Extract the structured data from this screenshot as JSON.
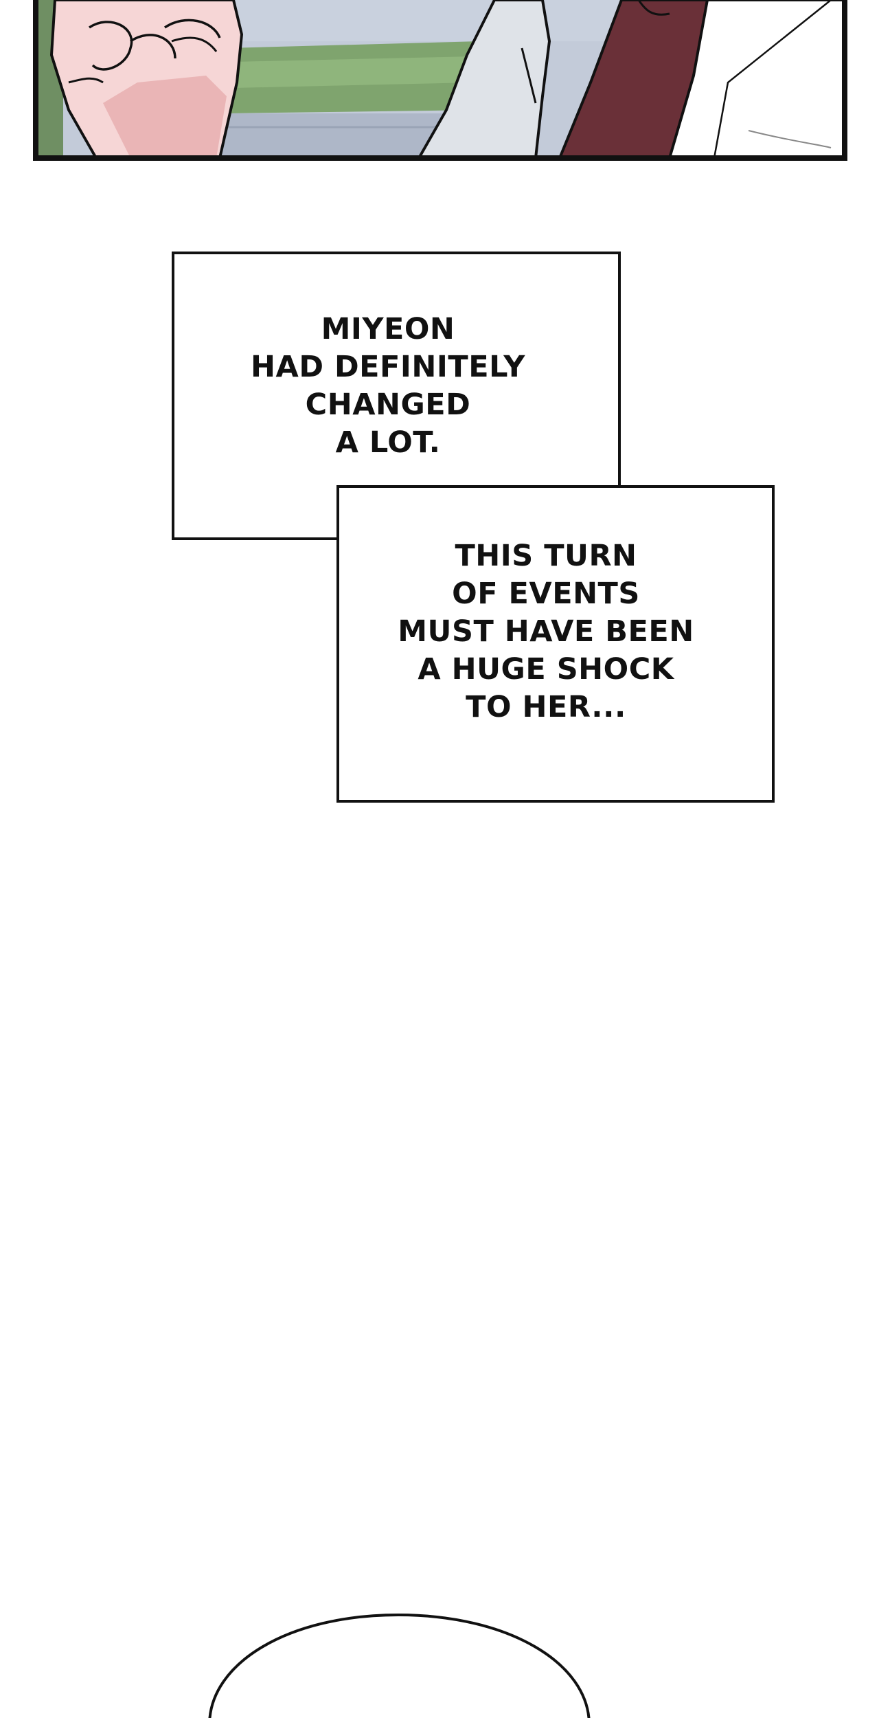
{
  "colors": {
    "background": "#ffffff",
    "border": "#111111",
    "sky": "#b8c2d4",
    "hedge": "#7fa46e",
    "skin": "#f6d6d6",
    "skin_shadow": "#e9b3b4",
    "shirt": "#dfe3e8",
    "tie": "#6a3038",
    "coat": "#ffffff"
  },
  "captions": {
    "top": [
      "MIYEON",
      "HAD DEFINITELY",
      "CHANGED",
      "A LOT."
    ],
    "bottom": [
      "THIS TURN",
      "OF EVENTS",
      "MUST HAVE BEEN",
      "A HUGE SHOCK",
      "TO HER..."
    ]
  }
}
